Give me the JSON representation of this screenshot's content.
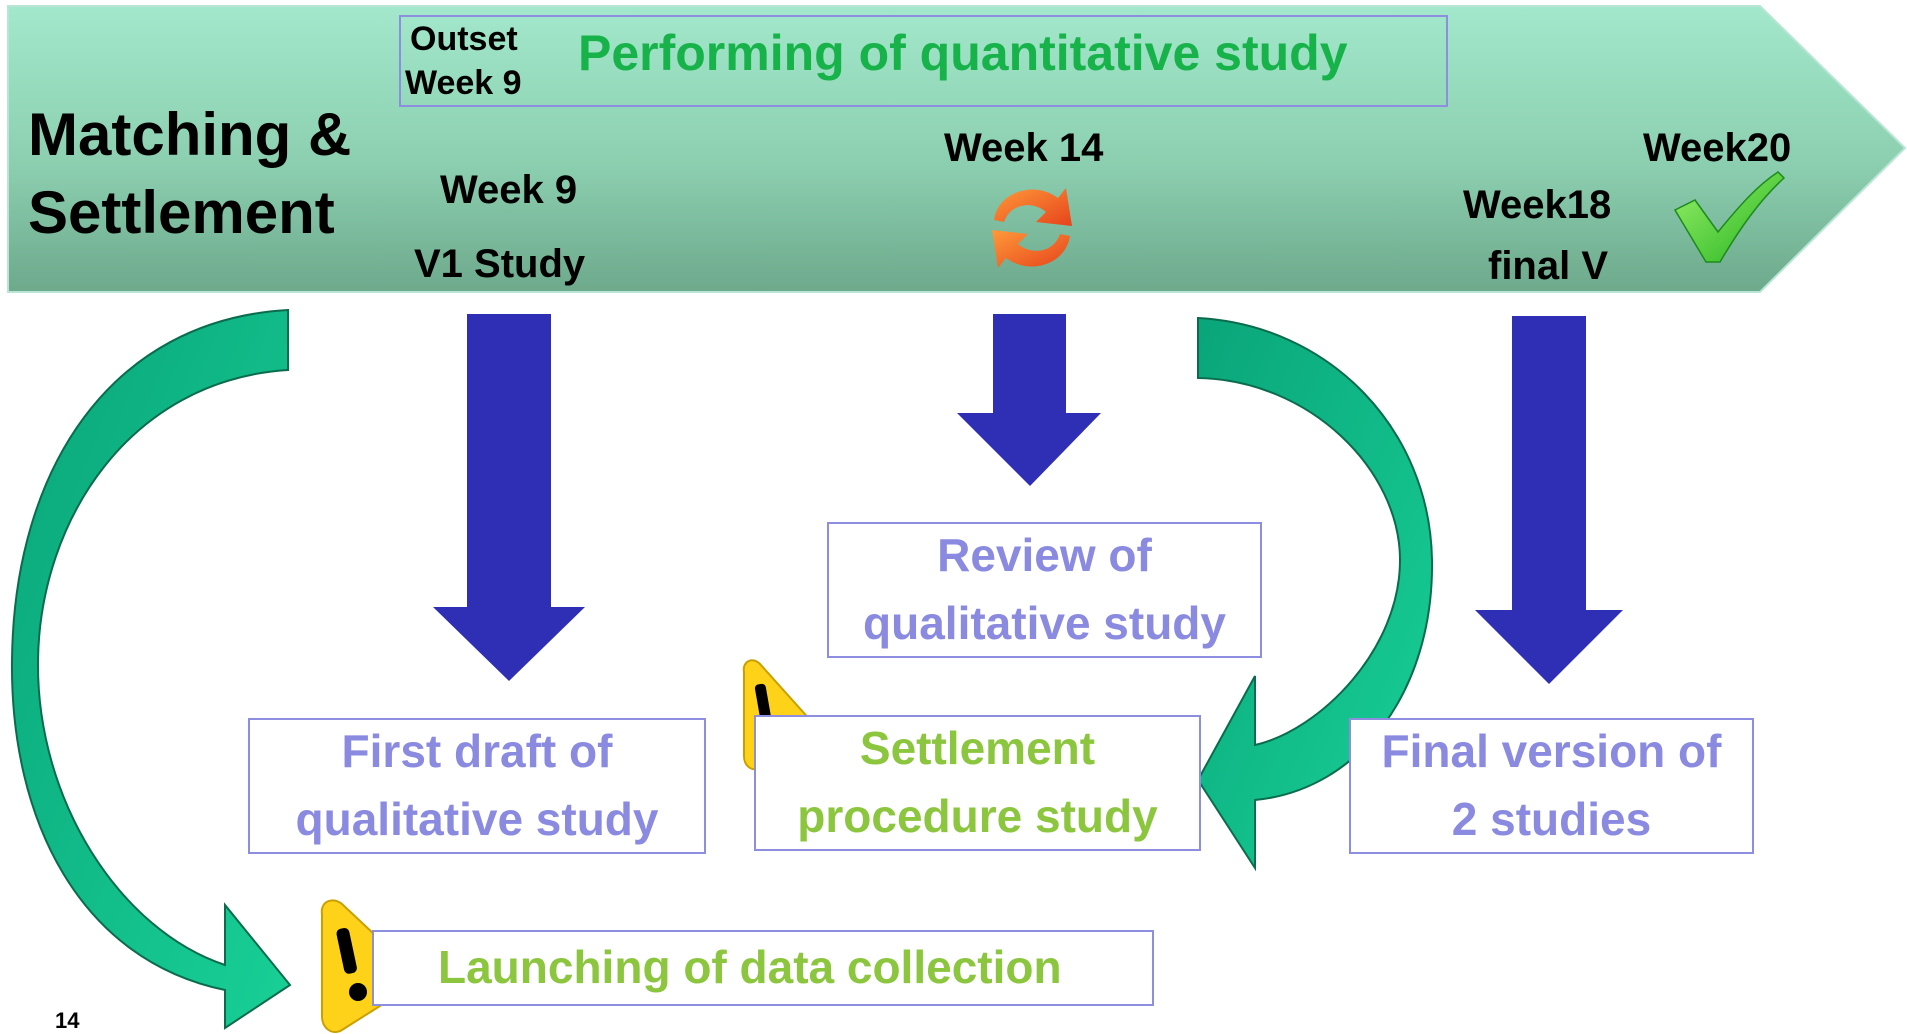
{
  "banner": {
    "title_line1": "Matching &",
    "title_line2": "Settlement",
    "outset_line1": "Outset",
    "outset_line2": "Week 9",
    "headline": "Performing of quantitative study",
    "week9": "Week 9",
    "v1_study": "V1 Study",
    "week14": "Week 14",
    "week18": "Week18",
    "final_v": "final V",
    "week20": "Week20"
  },
  "boxes": {
    "first_draft_line1": "First draft of",
    "first_draft_line2": "qualitative study",
    "review_line1": "Review of",
    "review_line2": "qualitative study",
    "settlement_line1": "Settlement",
    "settlement_line2": "procedure study",
    "final_line1": "Final version of",
    "final_line2": "2 studies",
    "launch": "Launching of data collection"
  },
  "page_number": "14",
  "colors": {
    "banner_top": "#9fe5c8",
    "banner_bottom": "#6aa88a",
    "down_arrow": "#2f2fb5",
    "curve_arrow": "#10c28c",
    "box_border": "#8e8ee0",
    "headline": "#17b34a",
    "blue_text": "#8a8ae0",
    "green_text": "#8cc63f",
    "warning": "#ffd21a"
  },
  "icons": [
    "refresh-icon",
    "checkmark-icon",
    "warning-icon"
  ]
}
